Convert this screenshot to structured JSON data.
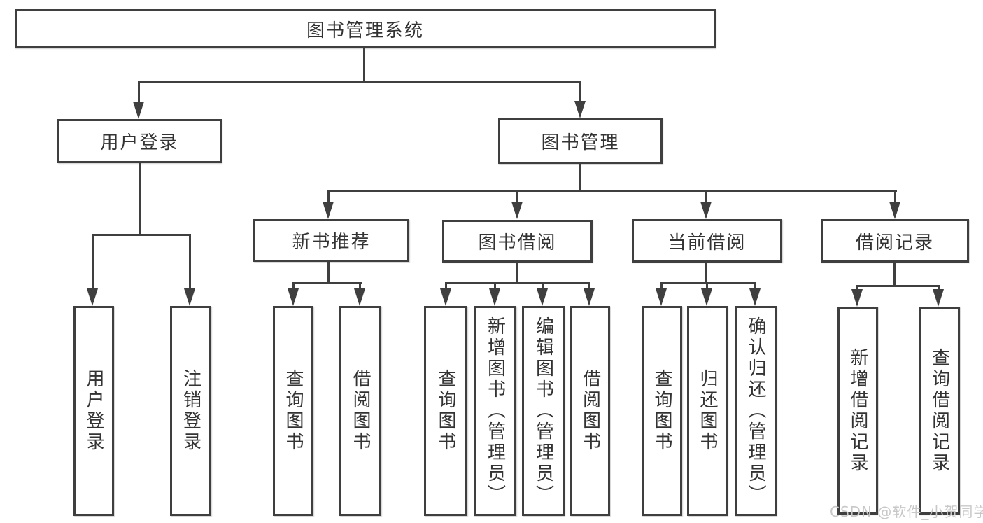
{
  "tree": {
    "label": "图书管理系统",
    "children": [
      {
        "label": "用户登录",
        "children": [
          {
            "label": "用户登录"
          },
          {
            "label": "注销登录"
          }
        ]
      },
      {
        "label": "图书管理",
        "children": [
          {
            "label": "新书推荐",
            "children": [
              {
                "label": "查询图书"
              },
              {
                "label": "借阅图书"
              }
            ]
          },
          {
            "label": "图书借阅",
            "children": [
              {
                "label": "查询图书"
              },
              {
                "label": "新增图书（管理员）"
              },
              {
                "label": "编辑图书（管理员）"
              },
              {
                "label": "借阅图书"
              }
            ]
          },
          {
            "label": "当前借阅",
            "children": [
              {
                "label": "查询图书"
              },
              {
                "label": "归还图书"
              },
              {
                "label": "确认归还（管理员）"
              }
            ]
          },
          {
            "label": "借阅记录",
            "children": [
              {
                "label": "新增借阅记录"
              },
              {
                "label": "查询借阅记录"
              }
            ]
          }
        ]
      }
    ]
  },
  "watermark": {
    "text": "CSDN @软件_小贺同学",
    "color": "#c8c8c8"
  },
  "colors": {
    "line": "#3f3f3f",
    "text": "#333333",
    "background": "#ffffff"
  }
}
